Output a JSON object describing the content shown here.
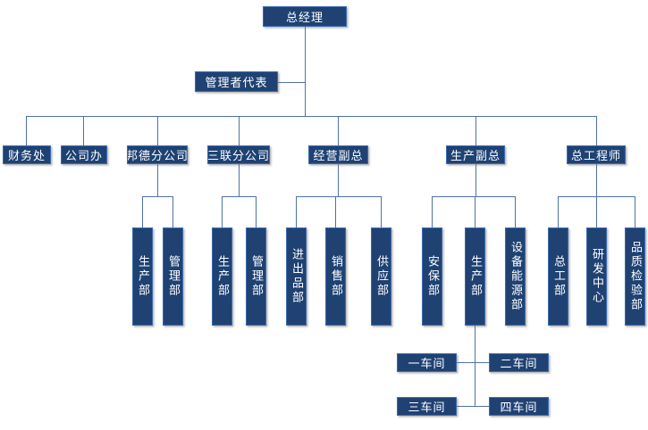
{
  "palette": {
    "box_fill": "#1F4273",
    "box_border": "#3E6CB0",
    "connector": "#4E73A4",
    "text_color": "#FFFFFF",
    "background": "#FFFFFF"
  },
  "org_chart": {
    "type": "organization-chart",
    "root": {
      "label": "总经理"
    },
    "management_rep": {
      "label": "管理者代表"
    },
    "branches": [
      {
        "label": "财务处",
        "children": []
      },
      {
        "label": "公司办",
        "children": []
      },
      {
        "label": "邦德分公司",
        "children": [
          {
            "label": "生产部"
          },
          {
            "label": "管理部"
          }
        ]
      },
      {
        "label": "三联分公司",
        "children": [
          {
            "label": "生产部"
          },
          {
            "label": "管理部"
          }
        ]
      },
      {
        "label": "经营副总",
        "children": [
          {
            "label": "进出品部"
          },
          {
            "label": "销售部"
          },
          {
            "label": "供应部"
          }
        ]
      },
      {
        "label": "生产副总",
        "children": [
          {
            "label": "安保部"
          },
          {
            "label": "生产部",
            "children": [
              {
                "label": "一车间"
              },
              {
                "label": "二车间"
              },
              {
                "label": "三车间"
              },
              {
                "label": "四车间"
              }
            ]
          },
          {
            "label": "设备能源部"
          }
        ]
      },
      {
        "label": "总工程师",
        "children": [
          {
            "label": "总工部"
          },
          {
            "label": "研发中心"
          },
          {
            "label": "品质检验部"
          }
        ]
      }
    ]
  }
}
